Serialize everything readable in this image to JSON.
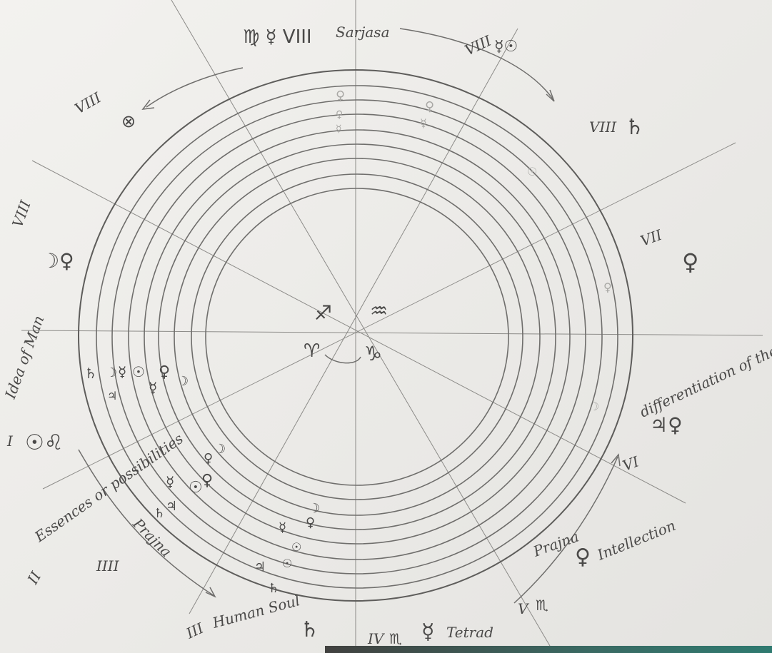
{
  "image": {
    "title": "",
    "palette": {
      "paper": "#efeeeb",
      "pencil": "#5e5d5b",
      "table": "#2f7a70"
    }
  },
  "annotations": {
    "top_left_roman": "VIII",
    "top_symbols": "♍ ☿ VIII",
    "top_word": "Sarjasa",
    "top_right_roman": "VIII",
    "top_right_symbols": "☿☉",
    "right_upper_roman": "VIII",
    "right_upper_symbol": "♄",
    "left_upper_roman": "VIII",
    "left_upper_symbol": "⊗",
    "left_mid_roman": "VIII",
    "left_mid_symbols": "☽♀",
    "right_mid_roman": "VII",
    "right_mid_symbol": "♀",
    "idea_of_man": "Idea of Man",
    "left_roman_I": "I",
    "left_I_symbols": "☉♌",
    "essences": "Essences or possibilities",
    "left_roman_II": "II",
    "tally": "IIII",
    "prajna_left": "Prajna",
    "differentiation": "differentiation of the forces",
    "right_diff_symbols": "♃♀",
    "right_roman_VI": "VI",
    "prajna_right": "Prajna",
    "intellection_symbol": "♀",
    "intellection": "Intellection",
    "bottom_left_roman": "III",
    "human_soul": "Human Soul",
    "bottom_saturn": "♄",
    "bottom_roman": "IV",
    "bottom_sign": "♏",
    "tetrad_symbol": "☿",
    "tetrad": "Tetrad",
    "bottom_right_roman": "V",
    "bottom_right_sign": "♏",
    "center_top_left": "♐",
    "center_top_right": "♒",
    "center_bottom_left": "♈",
    "center_bottom_right": "♑"
  },
  "ring_symbols": {
    "left": [
      "♄",
      "☽",
      "☿",
      "☉",
      "♀",
      "☽"
    ],
    "left_second": "♃",
    "lower_left_1": [
      "♀",
      "☽"
    ],
    "lower_left_2": [
      "☿",
      "☉",
      "♀"
    ],
    "lower_left_3": [
      "♄",
      "♃"
    ],
    "bottom_arc": [
      "☽",
      "♀",
      "☿",
      "☉",
      "☉",
      "♃",
      "♄"
    ],
    "top_faint": [
      "♀",
      "♀",
      "☿",
      "♀",
      "☿"
    ],
    "right_faint": [
      "☉",
      "♀",
      "☽"
    ]
  }
}
